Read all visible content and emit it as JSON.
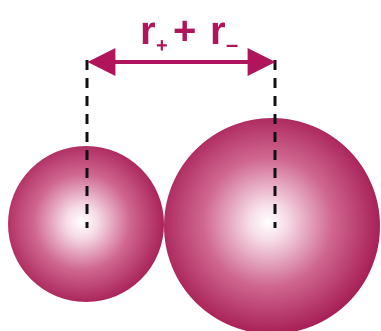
{
  "diagram": {
    "label": {
      "r_plus_main": "r",
      "r_plus_sub": "+",
      "operator": "+",
      "r_minus_main": "r",
      "r_minus_sub": "–"
    },
    "colors": {
      "sphere_outer": "#a3174f",
      "sphere_mid": "#cf6690",
      "sphere_highlight": "#ffffff",
      "label": "#b0155c",
      "arrow": "#b0155c",
      "dashed_line": "#111111"
    },
    "objects": [
      {
        "name": "cation-sphere",
        "role": "smaller sphere (left)"
      },
      {
        "name": "anion-sphere",
        "role": "larger sphere (right)"
      }
    ]
  }
}
